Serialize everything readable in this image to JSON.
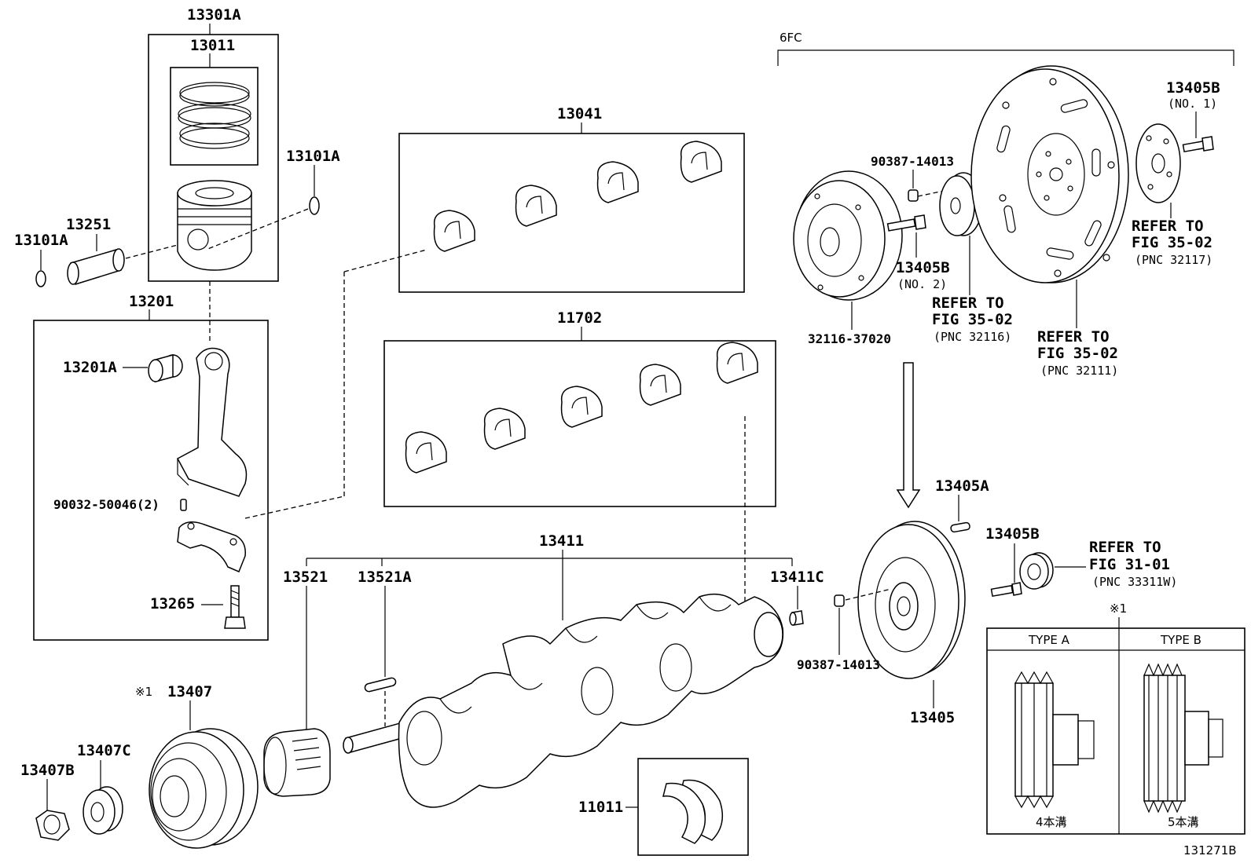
{
  "diagram_id": "131271B",
  "labels": {
    "piston_set": "13301A",
    "ring_set": "13011",
    "snap_ring_right": "13101A",
    "snap_ring_left": "13101A",
    "piston_pin": "13251",
    "conrod_assy": "13201",
    "conrod_bush": "13201A",
    "conrod_pin": "90032-50046(2)",
    "conrod_bolt": "13265",
    "conrod_bearing_set": "13041",
    "main_bearing_set": "11702",
    "crankshaft": "13411",
    "crank_gear": "13521",
    "crank_key": "13521A",
    "crank_pin_13411c": "13411C",
    "pulley": "13407",
    "pulley_mark": "※1",
    "pulley_washer": "13407C",
    "pulley_nut": "13407B",
    "thrust_washer": "11011",
    "flywheel": "13405",
    "flywheel_pin": "13405A",
    "flywheel_bolt": "13405B",
    "flywheel_bush": "90387-14013",
    "refer_3101_title": "REFER TO",
    "refer_3101_fig": "FIG 31-01",
    "refer_3101_pnc": "(PNC 33311W)",
    "group_6fc": "6FC",
    "drive_plate_bush": "90387-14013",
    "drive_plate_bolt_no2": "13405B",
    "drive_plate_bolt_no2_sub": "(NO. 2)",
    "converter_plate": "32116-37020",
    "refer_32116_title": "REFER TO",
    "refer_32116_fig": "FIG 35-02",
    "refer_32116_pnc": "(PNC 32116)",
    "refer_32111_title": "REFER TO",
    "refer_32111_fig": "FIG 35-02",
    "refer_32111_pnc": "(PNC 32111)",
    "drive_plate_bolt_no1": "13405B",
    "drive_plate_bolt_no1_sub": "(NO. 1)",
    "refer_32117_title": "REFER TO",
    "refer_32117_fig": "FIG 35-02",
    "refer_32117_pnc": "(PNC 32117)"
  },
  "type_table": {
    "mark": "※1",
    "type_a": "TYPE A",
    "type_b": "TYPE B",
    "groove_a": "4本溝",
    "groove_b": "5本溝"
  }
}
